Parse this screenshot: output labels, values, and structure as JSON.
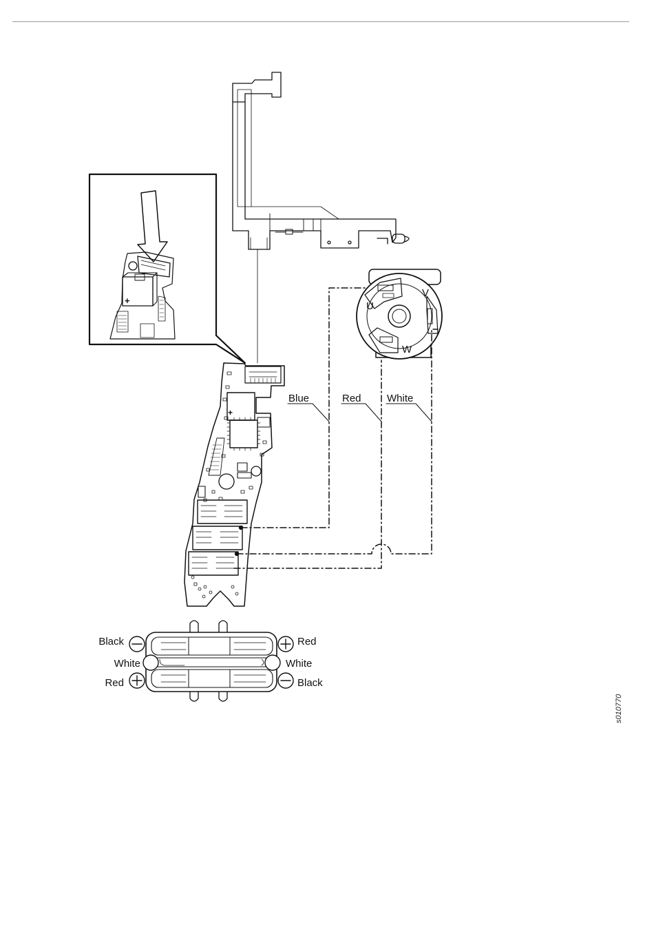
{
  "wire_labels": {
    "blue": "Blue",
    "red": "Red",
    "white": "White"
  },
  "motor_phases": {
    "u": "U",
    "v": "V",
    "w": "W"
  },
  "connector_labels": {
    "left_top": "Black",
    "left_middle": "White",
    "left_bottom": "Red",
    "right_top": "Red",
    "right_middle": "White",
    "right_bottom": "Black"
  },
  "inset_polarity": "+",
  "board_polarity": "+",
  "figure_id": "s010770",
  "colors": {
    "line": "#111111",
    "rule": "#9a9a9a",
    "background": "#ffffff"
  }
}
